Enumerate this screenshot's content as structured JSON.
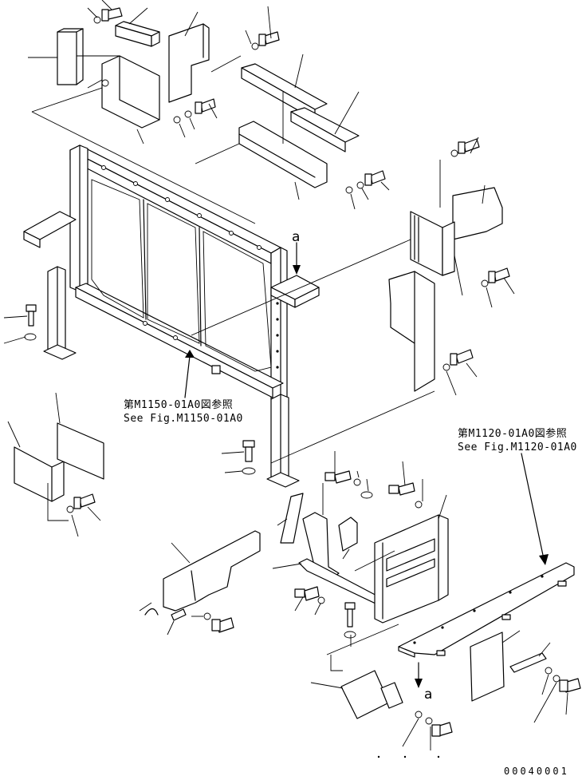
{
  "references": [
    {
      "jp": "第M1150-01A0図参照",
      "en": "See Fig.M1150-01A0"
    },
    {
      "jp": "第M1120-01A0図参照",
      "en": "See Fig.M1120-01A0"
    }
  ],
  "markers": {
    "top": "a",
    "bottom": "a"
  },
  "drawing_code": "00040001"
}
